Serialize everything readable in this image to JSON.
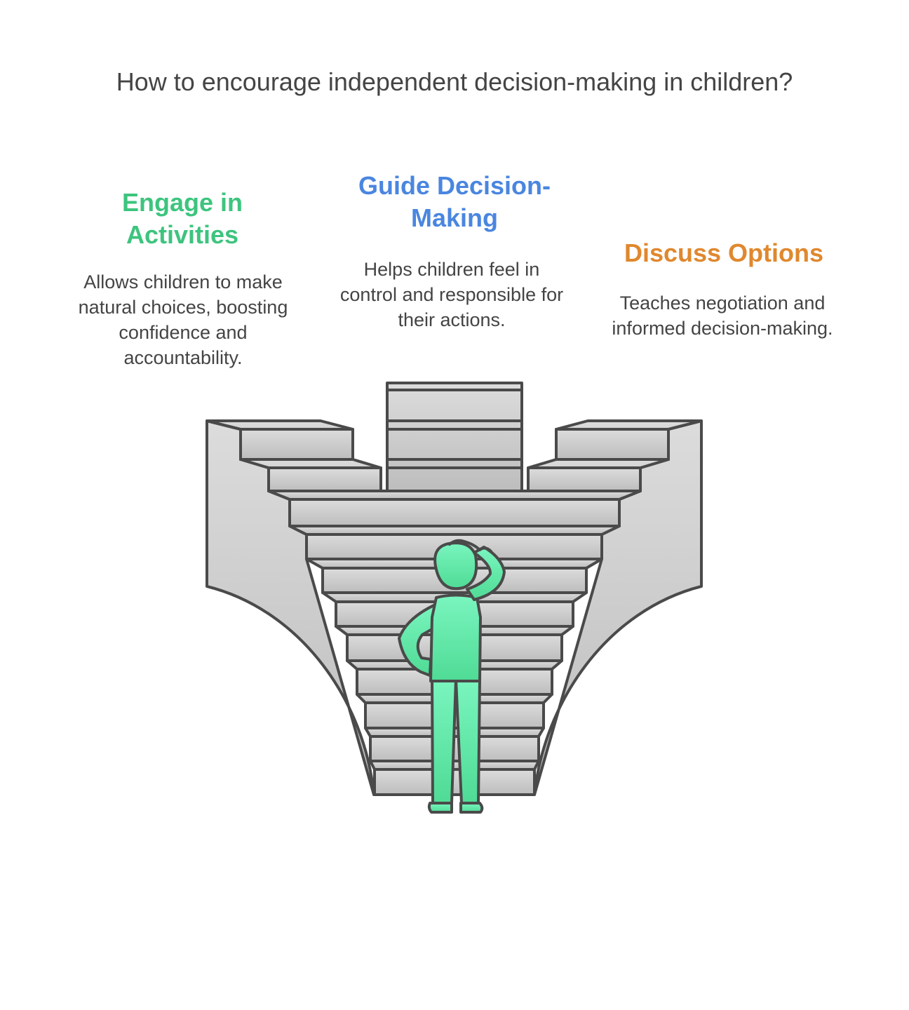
{
  "title": "How to encourage independent decision-making in children?",
  "options": [
    {
      "title": "Engage in Activities",
      "description": "Allows children to make natural choices, boosting confidence and accountability.",
      "color": "#3dc47e"
    },
    {
      "title": "Guide Decision-Making",
      "description": "Helps children feel in control and responsible for their actions.",
      "color": "#4a86e0"
    },
    {
      "title": "Discuss Options",
      "description": "Teaches negotiation and informed decision-making.",
      "color": "#e0882e"
    }
  ],
  "illustration": {
    "icon": "person-at-staircase-icon",
    "stair_color": "#d6d6d6",
    "figure_color": "#6ef0b4",
    "outline_color": "#4a4a4a"
  }
}
